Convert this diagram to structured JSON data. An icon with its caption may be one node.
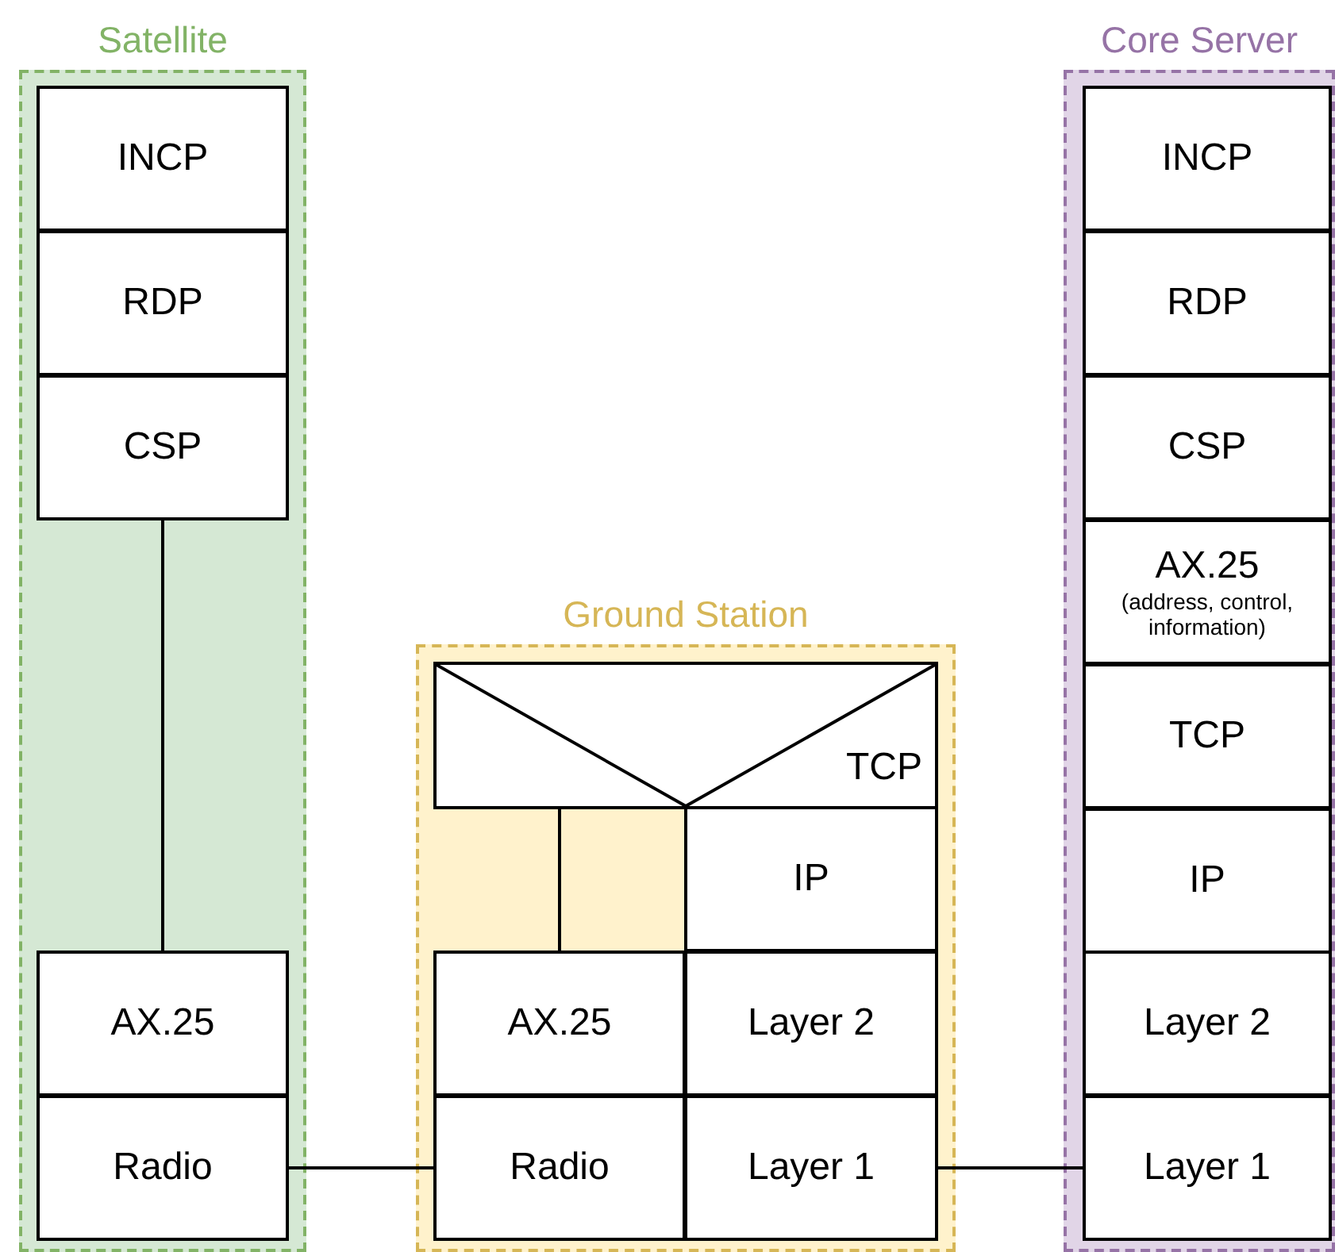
{
  "diagram": {
    "nodes": [
      {
        "text": [
          "Satellite"
        ]
      },
      {
        "text": [
          "INCP"
        ],
        "in": 0
      },
      {
        "text": [
          "RDP"
        ],
        "in": 0
      },
      {
        "text": [
          "CSP"
        ],
        "in": 0
      },
      {
        "text": [
          "AX.25"
        ],
        "in": 0
      },
      {
        "text": [
          "Radio"
        ],
        "in": 0
      },
      {
        "text": [
          "Ground Station"
        ]
      },
      {
        "text": [
          "TCP"
        ],
        "in": 6
      },
      {
        "text": [
          "IP"
        ],
        "in": 6
      },
      {
        "text": [
          "AX.25"
        ],
        "in": 6
      },
      {
        "text": [
          "Layer 2"
        ],
        "in": 6
      },
      {
        "text": [
          "Radio"
        ],
        "in": 6
      },
      {
        "text": [
          "Layer 1"
        ],
        "in": 6
      },
      {
        "text": [
          "Core Server"
        ]
      },
      {
        "text": [
          "INCP"
        ],
        "in": 13
      },
      {
        "text": [
          "RDP"
        ],
        "in": 13
      },
      {
        "text": [
          "CSP"
        ],
        "in": 13
      },
      {
        "text": [
          "AX.25",
          "(address, control, information)"
        ],
        "in": 13
      },
      {
        "text": [
          "TCP"
        ],
        "in": 13
      },
      {
        "text": [
          "IP"
        ],
        "in": 13
      },
      {
        "text": [
          "Layer 2"
        ],
        "in": 13
      },
      {
        "text": [
          "Layer 1"
        ],
        "in": 13
      }
    ],
    "edges": [
      {
        "from": 3,
        "to": 4,
        "arrow": "none"
      },
      {
        "from": 7,
        "to": 9,
        "arrow": "none"
      },
      {
        "from": 5,
        "to": 11,
        "arrow": "none"
      },
      {
        "from": 12,
        "to": 21,
        "arrow": "none"
      }
    ]
  }
}
